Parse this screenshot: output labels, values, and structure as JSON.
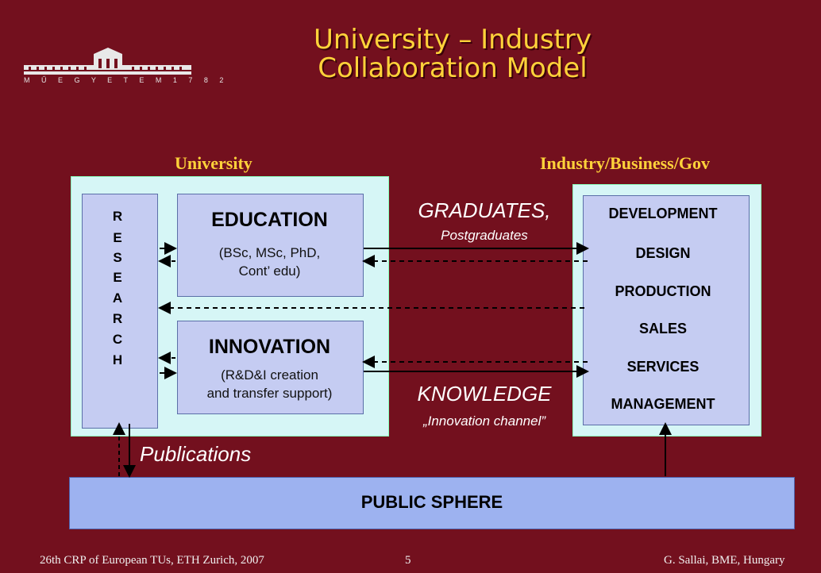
{
  "title_line1": "University – Industry",
  "title_line2": "Collaboration Model",
  "logo_text": "M Ű E G Y E T E M   1 7 8 2",
  "university_header": "University",
  "industry_header": "Industry/Business/Gov",
  "research_letters": [
    "R",
    "E",
    "S",
    "E",
    "A",
    "R",
    "C",
    "H"
  ],
  "education": {
    "title": "EDUCATION",
    "line1": "(BSc, MSc, PhD,",
    "line2": "Cont’ edu)"
  },
  "innovation": {
    "title": "INNOVATION",
    "line1": "(R&D&I creation",
    "line2": "and transfer support)"
  },
  "industry_items": [
    "DEVELOPMENT",
    "DESIGN",
    "PRODUCTION",
    "SALES",
    "SERVICES",
    "MANAGEMENT"
  ],
  "graduates": "GRADUATES,",
  "postgraduates": "Postgraduates",
  "knowledge": "KNOWLEDGE",
  "innovation_channel": "„Innovation channel”",
  "publications": "Publications",
  "public_sphere": "PUBLIC SPHERE",
  "footer_left": "26th CRP of European TUs, ETH Zurich, 2007",
  "footer_page": "5",
  "footer_right": "G. Sallai, BME, Hungary",
  "colors": {
    "background": "#73101e",
    "title": "#ffd23a",
    "outer_box": "#d6f6f6",
    "inner_box": "#c5ccf2",
    "public_box": "#9db2f0"
  }
}
